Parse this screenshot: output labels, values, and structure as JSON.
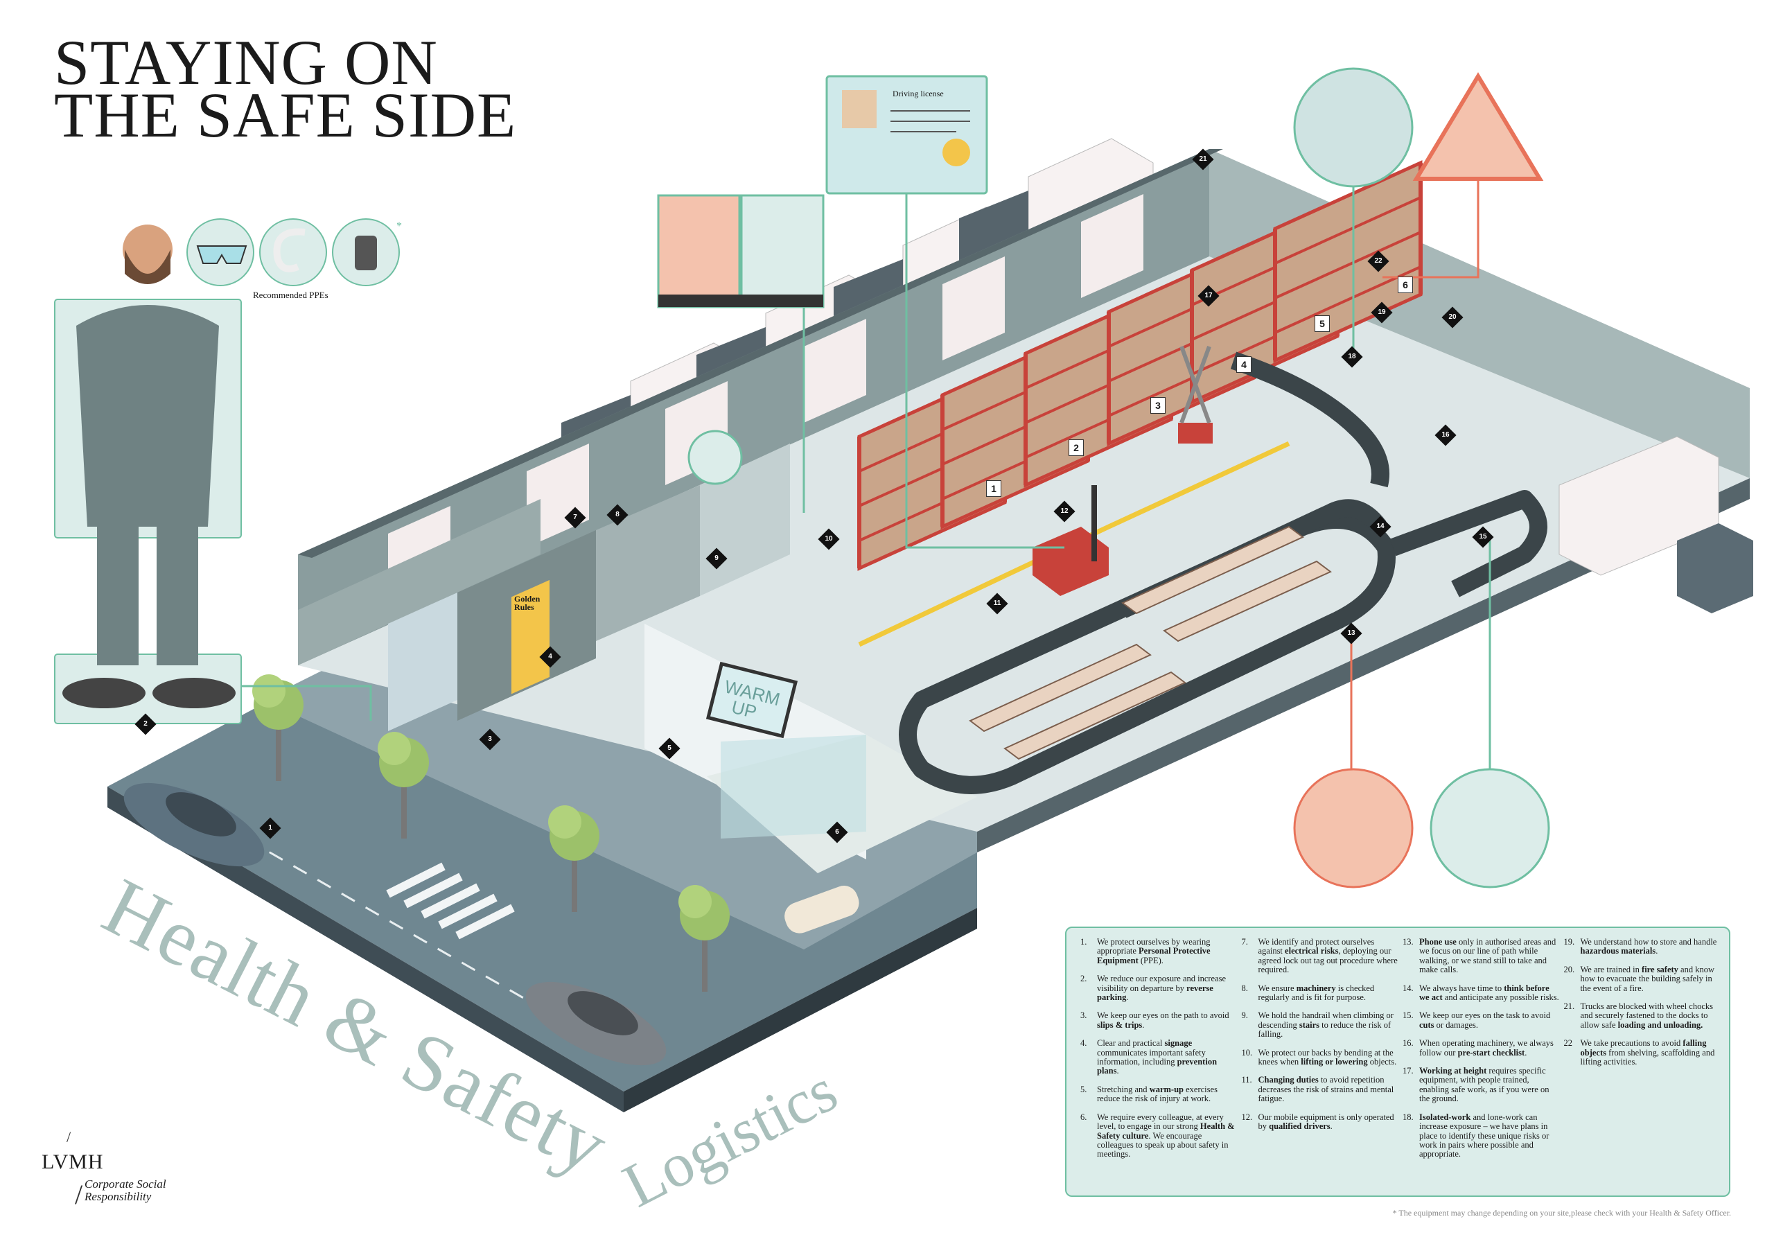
{
  "title": {
    "line1": "STAYING ON",
    "line2": "THE SAFE SIDE"
  },
  "ppe": {
    "label": "Recommended PPEs",
    "footnote_mark": "*",
    "items": [
      "safety-glasses-icon",
      "ear-plugs-icon",
      "radio-icon"
    ]
  },
  "poster_heading": {
    "main": "Health & Safety",
    "sub": "Logistics"
  },
  "brand": {
    "name": "LVMH",
    "division": "Corporate Social Responsibility",
    "division_line1": "Corporate Social",
    "division_line2": "Responsibility"
  },
  "callouts": {
    "driving_license": "Driving license",
    "golden_rules": "Golden Rules",
    "warm_up": "WARM UP"
  },
  "markers": [
    "1",
    "2",
    "3",
    "4",
    "5",
    "6",
    "7",
    "8",
    "9",
    "10",
    "11",
    "12",
    "13",
    "14",
    "15",
    "16",
    "17",
    "18",
    "19",
    "20",
    "21",
    "22"
  ],
  "racks": [
    "1",
    "2",
    "3",
    "4",
    "5",
    "6"
  ],
  "colors": {
    "accent": "#6fbfa2",
    "alert": "#e8735a",
    "rack": "#c8423a",
    "wall": "#7f9394",
    "panel": "#dcedea"
  },
  "rules": [
    {
      "n": "1.",
      "parts": [
        {
          "t": "We protect ourselves by wearing appropriate "
        },
        {
          "t": "Personal Protective Equipment",
          "b": true
        },
        {
          "t": " (PPE)."
        }
      ]
    },
    {
      "n": "2.",
      "parts": [
        {
          "t": "We reduce our exposure and increase visibility on departure by "
        },
        {
          "t": "reverse parking",
          "b": true
        },
        {
          "t": "."
        }
      ]
    },
    {
      "n": "3.",
      "parts": [
        {
          "t": "We keep our eyes on the path to avoid "
        },
        {
          "t": "slips & trips",
          "b": true
        },
        {
          "t": "."
        }
      ]
    },
    {
      "n": "4.",
      "parts": [
        {
          "t": "Clear and practical "
        },
        {
          "t": "signage",
          "b": true
        },
        {
          "t": " communicates important safety information, including "
        },
        {
          "t": "prevention plans",
          "b": true
        },
        {
          "t": "."
        }
      ]
    },
    {
      "n": "5.",
      "parts": [
        {
          "t": "Stretching and "
        },
        {
          "t": "warm-up",
          "b": true
        },
        {
          "t": " exercises reduce the risk of injury at work."
        }
      ]
    },
    {
      "n": "6.",
      "parts": [
        {
          "t": "We require every colleague, at every level, to engage in our strong "
        },
        {
          "t": "Health & Safety culture",
          "b": true
        },
        {
          "t": ". We encourage colleagues to speak up about safety in meetings."
        }
      ]
    },
    {
      "n": "7.",
      "parts": [
        {
          "t": "We identify and protect ourselves against "
        },
        {
          "t": "electrical risks",
          "b": true
        },
        {
          "t": ", deploying our agreed lock out tag out procedure where required."
        }
      ]
    },
    {
      "n": "8.",
      "parts": [
        {
          "t": "We ensure "
        },
        {
          "t": "machinery",
          "b": true
        },
        {
          "t": " is checked regularly and is fit for purpose."
        }
      ]
    },
    {
      "n": "9.",
      "parts": [
        {
          "t": "We hold the handrail when climbing or descending "
        },
        {
          "t": "stairs",
          "b": true
        },
        {
          "t": " to reduce the risk of falling."
        }
      ]
    },
    {
      "n": "10.",
      "parts": [
        {
          "t": "We protect our backs by bending at the knees when "
        },
        {
          "t": "lifting or lowering",
          "b": true
        },
        {
          "t": " objects."
        }
      ]
    },
    {
      "n": "11.",
      "parts": [
        {
          "t": "Changing duties",
          "b": true
        },
        {
          "t": " to avoid repetition decreases the risk of strains and mental fatigue."
        }
      ]
    },
    {
      "n": "12.",
      "parts": [
        {
          "t": "Our mobile equipment is only operated by "
        },
        {
          "t": "qualified drivers",
          "b": true
        },
        {
          "t": "."
        }
      ]
    },
    {
      "n": "13.",
      "parts": [
        {
          "t": "Phone use",
          "b": true
        },
        {
          "t": " only in authorised areas and we focus on our line of path while walking, or we stand still to take and make calls."
        }
      ]
    },
    {
      "n": "14.",
      "parts": [
        {
          "t": "We always have time to "
        },
        {
          "t": "think before we act",
          "b": true
        },
        {
          "t": " and anticipate any possible risks."
        }
      ]
    },
    {
      "n": "15.",
      "parts": [
        {
          "t": "We keep our eyes on the task to avoid "
        },
        {
          "t": "cuts",
          "b": true
        },
        {
          "t": " or damages."
        }
      ]
    },
    {
      "n": "16.",
      "parts": [
        {
          "t": "When operating machinery, we always follow our "
        },
        {
          "t": "pre-start checklist",
          "b": true
        },
        {
          "t": "."
        }
      ]
    },
    {
      "n": "17.",
      "parts": [
        {
          "t": "Working at height",
          "b": true
        },
        {
          "t": " requires specific equipment, with people trained, enabling safe work, as if you were on the ground."
        }
      ]
    },
    {
      "n": "18.",
      "parts": [
        {
          "t": "Isolated-work",
          "b": true
        },
        {
          "t": " and lone-work can increase exposure – we have plans in place to identify these unique risks or work in pairs where possible and appropriate."
        }
      ]
    },
    {
      "n": "19.",
      "parts": [
        {
          "t": "We understand how to store and handle "
        },
        {
          "t": "hazardous materials",
          "b": true
        },
        {
          "t": "."
        }
      ]
    },
    {
      "n": "20.",
      "parts": [
        {
          "t": "We are trained in "
        },
        {
          "t": "fire safety",
          "b": true
        },
        {
          "t": " and know how to evacuate the building safely in the event of a fire."
        }
      ]
    },
    {
      "n": "21.",
      "parts": [
        {
          "t": "Trucks are blocked with wheel chocks and securely fastened to the docks to allow safe "
        },
        {
          "t": "loading and unloading.",
          "b": true
        }
      ]
    },
    {
      "n": "22",
      "parts": [
        {
          "t": "We take precautions to avoid "
        },
        {
          "t": "falling objects",
          "b": true
        },
        {
          "t": " from shelving, scaffolding and lifting activities."
        }
      ]
    }
  ],
  "footnote": "* The equipment may change depending on your site,please check with your Health & Safety Officer."
}
